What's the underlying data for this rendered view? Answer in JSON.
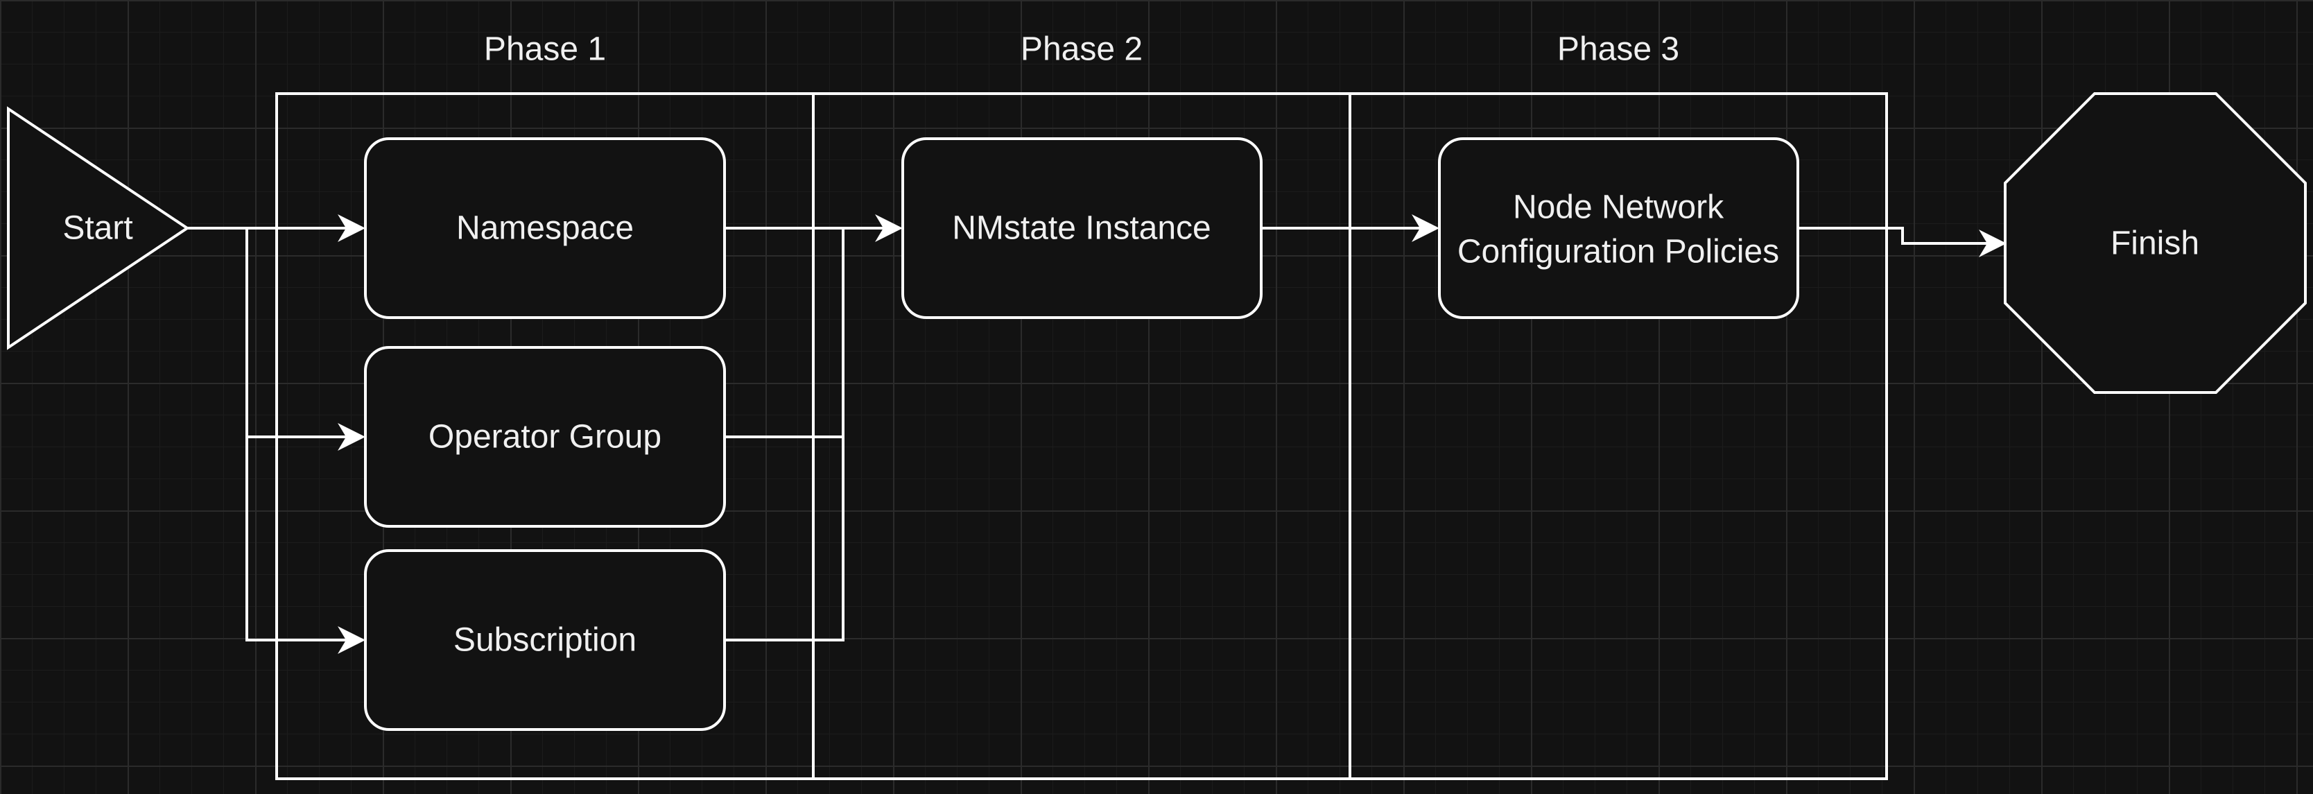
{
  "phases": [
    {
      "title": "Phase 1"
    },
    {
      "title": "Phase 2"
    },
    {
      "title": "Phase 3"
    }
  ],
  "nodes": {
    "start": "Start",
    "namespace": "Namespace",
    "operator_group": "Operator Group",
    "subscription": "Subscription",
    "nmstate_instance": "NMstate Instance",
    "policies_line1": "Node Network",
    "policies_line2": "Configuration Policies",
    "finish": "Finish"
  },
  "edges": [
    {
      "from": "Start",
      "to": "Namespace"
    },
    {
      "from": "Start",
      "to": "Operator Group"
    },
    {
      "from": "Start",
      "to": "Subscription"
    },
    {
      "from": "Namespace",
      "to": "NMstate Instance"
    },
    {
      "from": "Operator Group",
      "to": "NMstate Instance"
    },
    {
      "from": "Subscription",
      "to": "NMstate Instance"
    },
    {
      "from": "NMstate Instance",
      "to": "Node Network Configuration Policies"
    },
    {
      "from": "Node Network Configuration Policies",
      "to": "Finish"
    }
  ],
  "colors": {
    "background": "#121212",
    "stroke": "#ffffff",
    "text": "#f0f0f0"
  }
}
